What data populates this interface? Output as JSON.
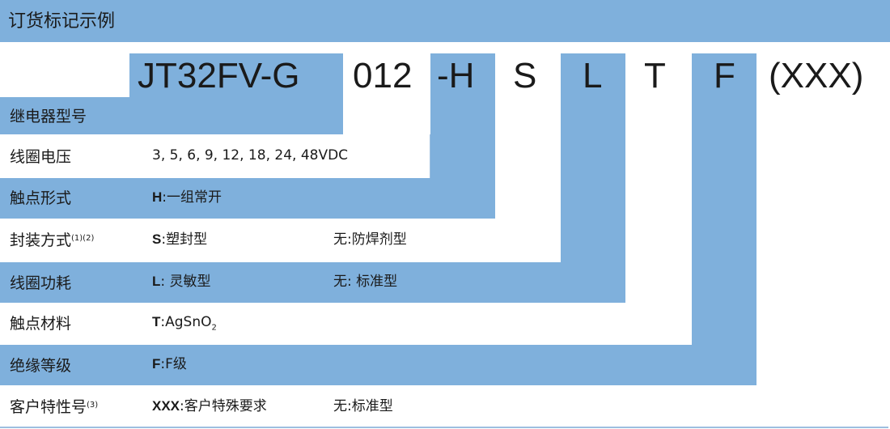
{
  "title": "订货标记示例",
  "code": {
    "model": "JT32FV-G",
    "coil": "012",
    "contact": "-H",
    "seal": "S",
    "power": "L",
    "material": "T",
    "insulation": "F",
    "special": "(XXX)"
  },
  "rows": [
    {
      "label": "继电器型号",
      "label_sup": "",
      "value_key": "",
      "value_text": "",
      "value2_key": "",
      "value2_text": ""
    },
    {
      "label": "线圈电压",
      "label_sup": "",
      "value_key": "",
      "value_text": "3, 5, 6, 9, 12, 18, 24, 48VDC",
      "value2_key": "",
      "value2_text": ""
    },
    {
      "label": "触点形式",
      "label_sup": "",
      "value_key": "H",
      "value_text": ":一组常开",
      "value2_key": "",
      "value2_text": ""
    },
    {
      "label": "封装方式",
      "label_sup": "(1)(2)",
      "value_key": "S",
      "value_text": ":塑封型",
      "value2_key": "",
      "value2_text": "无:防焊剂型"
    },
    {
      "label": "线圈功耗",
      "label_sup": "",
      "value_key": "L",
      "value_text": ": 灵敏型",
      "value2_key": "",
      "value2_text": "无: 标准型"
    },
    {
      "label": "触点材料",
      "label_sup": "",
      "value_key": "T",
      "value_text": ":AgSnO",
      "value_sub": "2",
      "value2_key": "",
      "value2_text": ""
    },
    {
      "label": "绝缘等级",
      "label_sup": "",
      "value_key": "F",
      "value_text": ":F级",
      "value2_key": "",
      "value2_text": ""
    },
    {
      "label": "客户特性号",
      "label_sup": "(3)",
      "value_key": "XXX",
      "value_text": ":客户特殊要求",
      "value2_key": "",
      "value2_text": "无:标准型"
    }
  ],
  "colors": {
    "band": "#7fb0dc",
    "text": "#1a1a1a"
  }
}
